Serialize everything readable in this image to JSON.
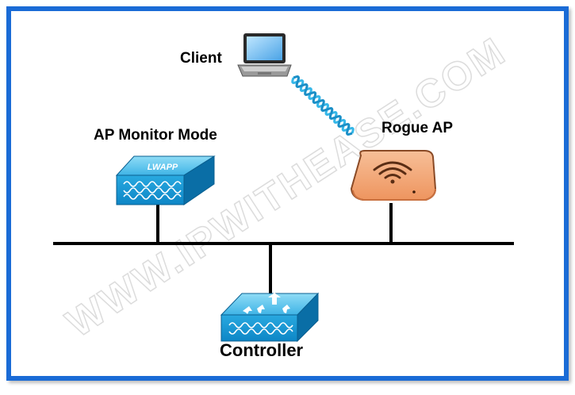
{
  "labels": {
    "client": "Client",
    "ap_monitor": "AP Monitor Mode",
    "rogue_ap": "Rogue AP",
    "controller": "Controller",
    "lwapp": "LWAPP",
    "watermark": "WWW.IPWITHEASE.COM"
  },
  "colors": {
    "border": "#1a6bd6",
    "cisco_blue_top": "#5cc6ee",
    "cisco_blue_front": "#1596d3",
    "cisco_blue_side": "#0a6ea6",
    "rogue_orange": "#f2a579",
    "wireless_wave": "#36b7e8",
    "bus_line": "#000000"
  },
  "icons": {
    "client": "laptop-icon",
    "ap_monitor": "lwapp-access-point-icon",
    "rogue_ap": "wifi-router-icon",
    "controller": "wireless-controller-icon",
    "wireless_link": "wireless-signal-icon"
  }
}
